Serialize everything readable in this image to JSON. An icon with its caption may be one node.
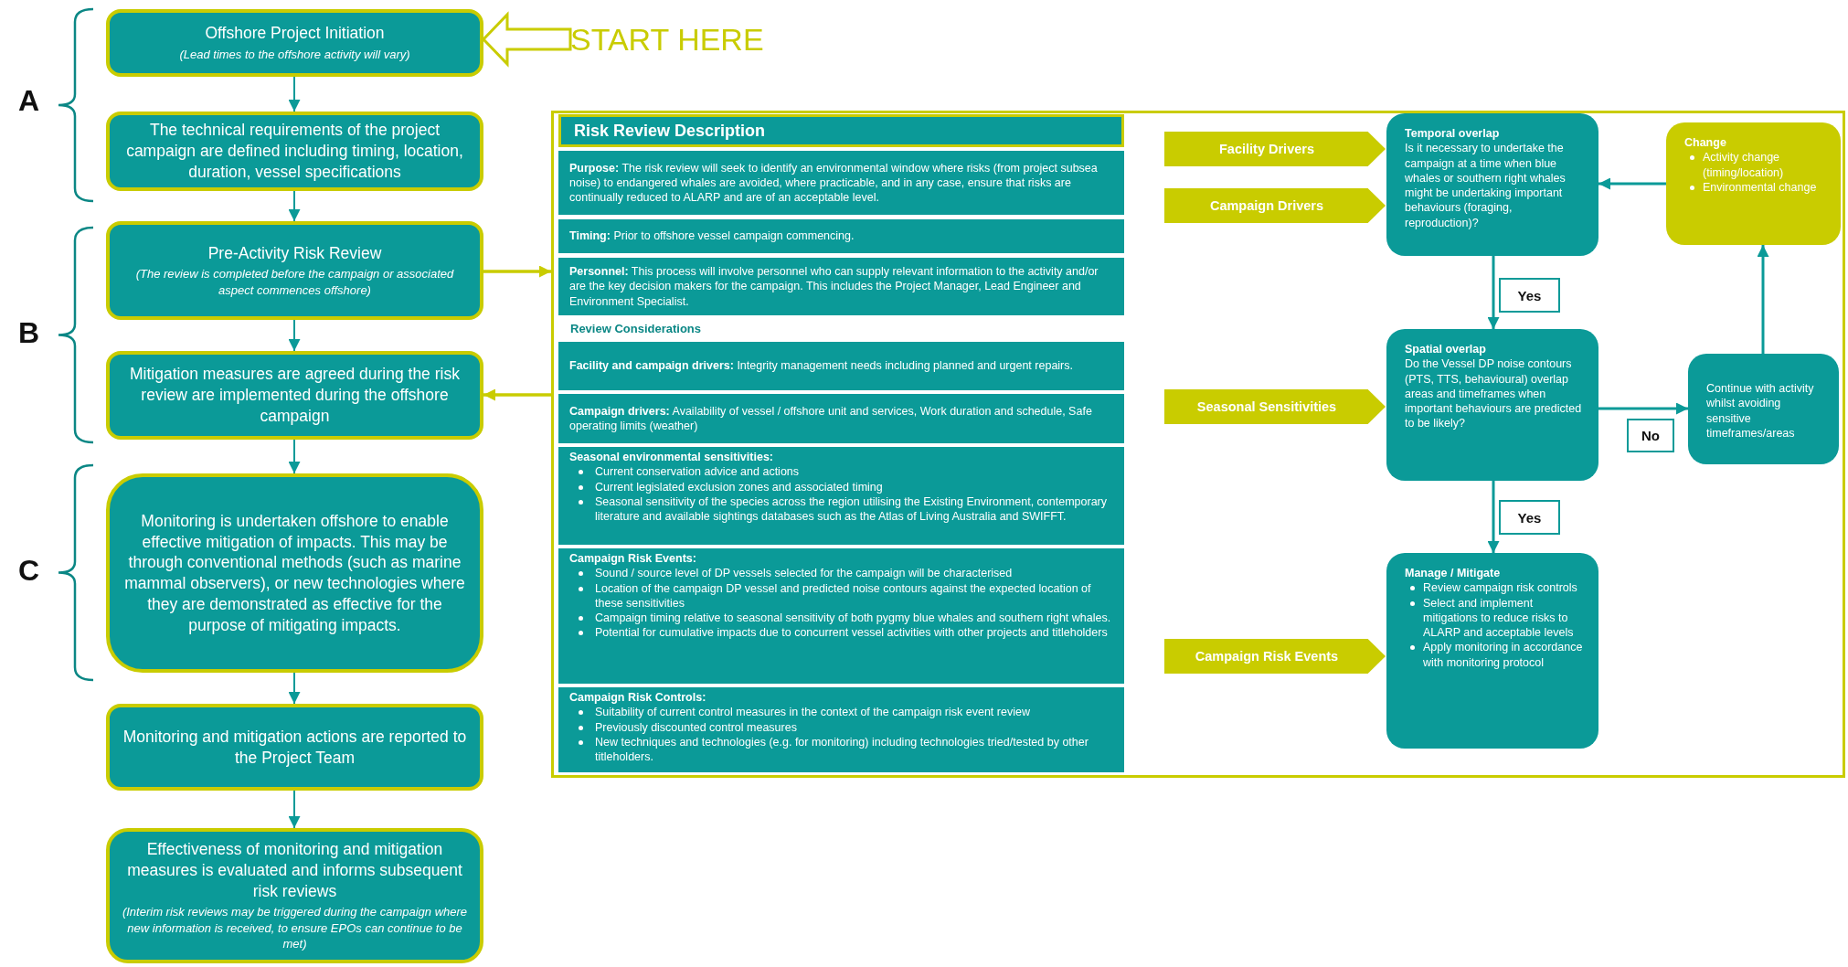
{
  "diagram": {
    "nodes": [
      {
        "text": [
          "Offshore Project Initiation",
          "(Lead times to the offshore activity will vary)"
        ]
      },
      {
        "text": [
          "The technical requirements of the project campaign  are defined including timing, location, duration, vessel specifications"
        ]
      },
      {
        "text": [
          "Pre-Activity Risk Review",
          "(The review is completed before the campaign or associated aspect commences offshore)"
        ]
      },
      {
        "text": [
          "Mitigation measures are agreed during the risk review are implemented during the offshore campaign"
        ]
      },
      {
        "text": [
          "Monitoring is undertaken offshore to enable effective mitigation of impacts. This may be through conventional methods (such as marine mammal observers), or new technologies where they are demonstrated as effective for the purpose of mitigating impacts."
        ]
      },
      {
        "text": [
          "Monitoring and mitigation actions are reported to the Project Team"
        ]
      },
      {
        "text": [
          "Effectiveness of monitoring and mitigation measures is evaluated and informs subsequent risk reviews",
          "(Interim risk reviews may be triggered during the campaign where new information is received, to ensure EPOs can continue to be met)"
        ]
      },
      {
        "text": [
          "START HERE"
        ]
      },
      {
        "text": [],
        "shape": "box"
      },
      {
        "text": [
          "Risk Review Description"
        ],
        "in": 8
      },
      {
        "text": [
          "**Purpose:** The risk review will seek to identify an environmental window where risks (from project subsea noise) to endangered whales are avoided, where practicable, and in any case, ensure that risks are continually reduced to ALARP and are of an acceptable level."
        ],
        "in": 8
      },
      {
        "text": [
          "**Timing:** Prior to offshore vessel campaign commencing."
        ],
        "in": 8
      },
      {
        "text": [
          "**Personnel:** This process will involve personnel who can supply relevant information to the activity and/or are the key decision makers for the campaign. This includes the Project Manager, Lead Engineer and Environment Specialist."
        ],
        "in": 8
      },
      {
        "text": [
          "**Facility and campaign drivers:** Integrity management needs including planned and urgent repairs."
        ],
        "in": 8
      },
      {
        "text": [
          "**Campaign drivers:** Availability of vessel / offshore unit and services, Work duration and schedule, Safe operating limits (weather)"
        ],
        "in": 8
      },
      {
        "text": [
          "Seasonal environmental sensitivities:",
          "Current conservation advice and actions",
          "Current legislated exclusion zones and associated timing",
          "Seasonal sensitivity of the species across the region utilising the Existing Environment, contemporary literature and available sightings databases such as the Atlas of Living Australia and SWIFFT."
        ],
        "in": 8
      },
      {
        "text": [
          "Campaign Risk Events:",
          "Sound / source level of DP vessels selected for the campaign will be characterised",
          "Location of the campaign DP vessel and predicted noise contours against the expected location of these sensitivities",
          "Campaign timing relative to seasonal sensitivity of both pygmy blue whales and southern right whales.",
          "Potential for cumulative impacts due to concurrent vessel activities with other projects and titleholders"
        ],
        "in": 8
      },
      {
        "text": [
          "Campaign Risk Controls:",
          "Suitability of current control measures in the context of the campaign risk event review",
          "Previously discounted control measures",
          "New techniques and technologies (e.g. for monitoring) including technologies tried/tested by other titleholders."
        ],
        "in": 8
      },
      {
        "text": [
          "Facility Drivers"
        ],
        "in": 8
      },
      {
        "text": [
          "Campaign Drivers"
        ],
        "in": 8
      },
      {
        "text": [
          "Temporal overlap",
          "Is it necessary to undertake the campaign at a time when blue whales or southern right whales might be undertaking important behaviours (foraging, reproduction)?"
        ],
        "in": 8
      },
      {
        "text": [
          "Change",
          "Activity change (timing/location)",
          "Environmental change"
        ],
        "in": 8
      },
      {
        "text": [
          "Seasonal Sensitivities"
        ],
        "in": 8
      },
      {
        "text": [
          "Spatial overlap",
          "Do the Vessel DP noise contours (PTS, TTS, behavioural) overlap areas and timeframes when important behaviours are predicted to be likely?"
        ],
        "in": 8
      },
      {
        "text": [
          "Continue with activity whilst avoiding sensitive timeframes/areas"
        ],
        "in": 8
      },
      {
        "text": [
          "Campaign Risk Events"
        ],
        "in": 8
      },
      {
        "text": [
          "Manage / Mitigate",
          "Review campaign risk controls",
          "Select and implement mitigations to reduce risks to ALARP and acceptable levels",
          "Apply monitoring in accordance with monitoring protocol"
        ],
        "in": 8
      }
    ],
    "edges": [
      {
        "from": 0,
        "to": 1,
        "arrow": "to"
      },
      {
        "from": 1,
        "to": 2,
        "arrow": "to"
      },
      {
        "from": 2,
        "to": 3,
        "arrow": "to"
      },
      {
        "from": 3,
        "to": 4,
        "arrow": "to"
      },
      {
        "from": 4,
        "to": 5,
        "arrow": "to"
      },
      {
        "from": 5,
        "to": 6,
        "arrow": "to"
      },
      {
        "from": 2,
        "to": 8,
        "arrow": "to",
        "color": "#c9cc00"
      },
      {
        "from": 8,
        "to": 3,
        "arrow": "to",
        "color": "#c9cc00"
      },
      {
        "from": 7,
        "to": 0,
        "arrow": "to",
        "style": "thick",
        "color": "#c9cc00"
      },
      {
        "from": 20,
        "to": 23,
        "arrow": "to",
        "label": "Yes"
      },
      {
        "from": 23,
        "to": 26,
        "arrow": "to",
        "label": "Yes"
      },
      {
        "from": 23,
        "to": 24,
        "arrow": "to",
        "label": "No"
      },
      {
        "from": 24,
        "to": 21,
        "arrow": "to"
      },
      {
        "from": 21,
        "to": 20,
        "arrow": "to"
      }
    ],
    "labels": [
      "A",
      "B",
      "C",
      "Review Considerations"
    ]
  }
}
